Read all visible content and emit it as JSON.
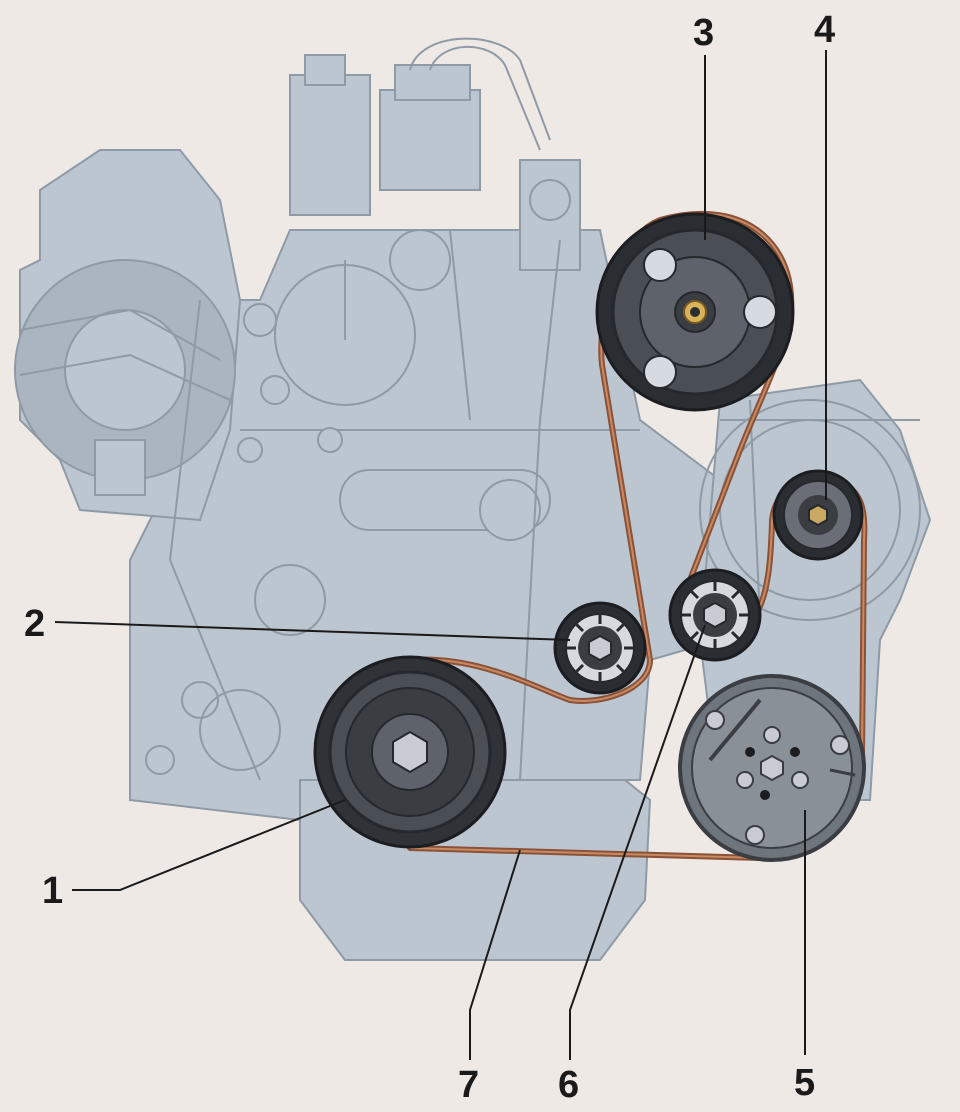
{
  "diagram": {
    "callouts": [
      {
        "id": "1",
        "label": "1"
      },
      {
        "id": "2",
        "label": "2"
      },
      {
        "id": "3",
        "label": "3"
      },
      {
        "id": "4",
        "label": "4"
      },
      {
        "id": "5",
        "label": "5"
      },
      {
        "id": "6",
        "label": "6"
      },
      {
        "id": "7",
        "label": "7"
      }
    ],
    "colors": {
      "background": "#efe9e6",
      "engine_fill": "#bcc6d0",
      "engine_stroke": "#8e9aa6",
      "belt": "#8a5238",
      "pulley_dark": "#3a3d42",
      "label": "#1a1a1a"
    }
  }
}
